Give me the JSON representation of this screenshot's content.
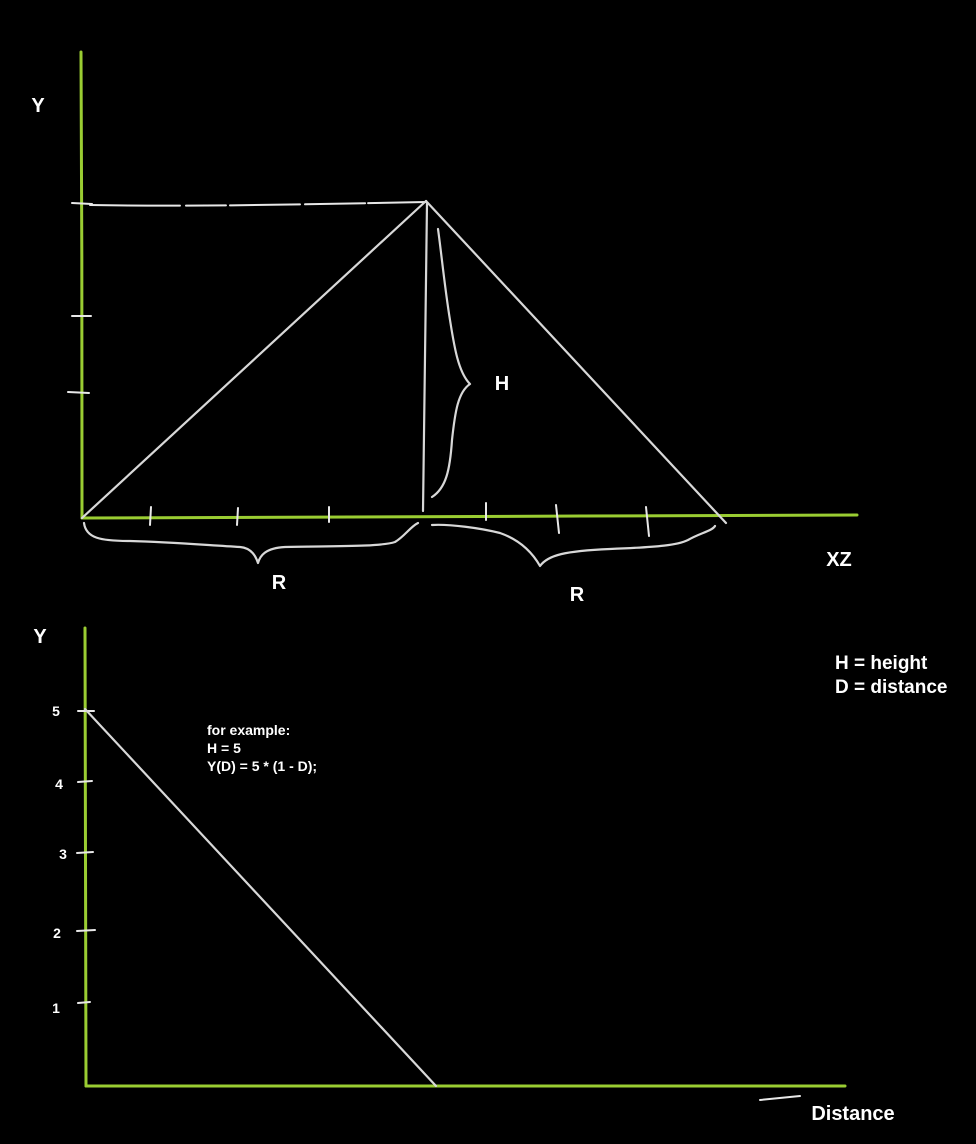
{
  "top_diagram": {
    "y_axis_label": "Y",
    "x_axis_label": "XZ",
    "height_label": "H",
    "left_radius_label": "R",
    "right_radius_label": "R"
  },
  "bottom_diagram": {
    "y_axis_label": "Y",
    "x_axis_label": "Distance",
    "y_ticks": [
      "5",
      "4",
      "3",
      "2",
      "1"
    ],
    "example": {
      "line1": "for example:",
      "line2": "H = 5",
      "line3": "Y(D) = 5 * (1 - D);"
    }
  },
  "legend": {
    "line1": "H = height",
    "line2": "D = distance"
  },
  "colors": {
    "background": "#000000",
    "axis": "#9acd32",
    "ink": "#d8d8d8",
    "text": "#ffffff"
  }
}
